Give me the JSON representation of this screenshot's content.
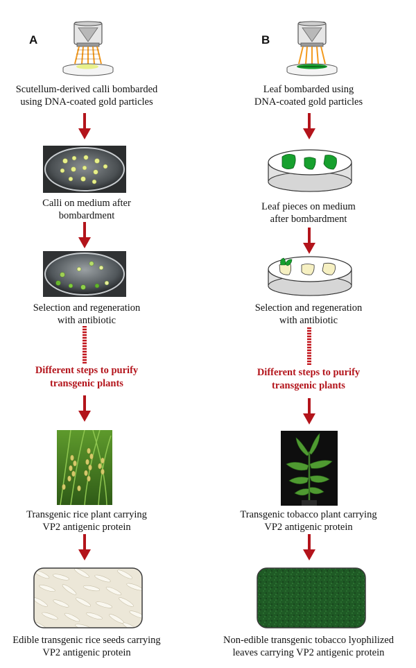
{
  "panels": {
    "a": {
      "letter": "A",
      "step1": [
        "Scutellum-derived calli bombarded",
        "using DNA-coated gold particles"
      ],
      "step2": [
        "Calli on medium after",
        "bombardment"
      ],
      "step3": [
        "Selection and regeneration",
        "with antibiotic"
      ],
      "purify": [
        "Different steps to purify",
        "transgenic plants"
      ],
      "step4": [
        "Transgenic rice plant carrying",
        "VP2 antigenic protein"
      ],
      "step5": [
        "Edible transgenic rice seeds carrying",
        "VP2 antigenic protein"
      ]
    },
    "b": {
      "letter": "B",
      "step1": [
        "Leaf bombarded using",
        "DNA-coated gold particles"
      ],
      "step2": [
        "Leaf pieces on medium",
        "after bombardment"
      ],
      "step3": [
        "Selection and regeneration",
        "with antibiotic"
      ],
      "purify": [
        "Different steps to purify",
        "transgenic plants"
      ],
      "step4": [
        "Transgenic tobacco plant carrying",
        "VP2 antigenic protein"
      ],
      "step5": [
        "Non-edible transgenic tobacco lyophilized",
        "leaves carrying VP2 antigenic protein"
      ]
    }
  },
  "colors": {
    "arrow": "#b3141b",
    "emphasis_text": "#b3141b",
    "laser": "#f39a1e",
    "leaf_green": "#17a02e",
    "callus": "#e8f08a",
    "rice": "#f3efe4",
    "tobacco_powder": "#1f5a25"
  },
  "icons": [
    "gene-gun-icon",
    "petri-dish-icon",
    "arrow-down-icon"
  ]
}
